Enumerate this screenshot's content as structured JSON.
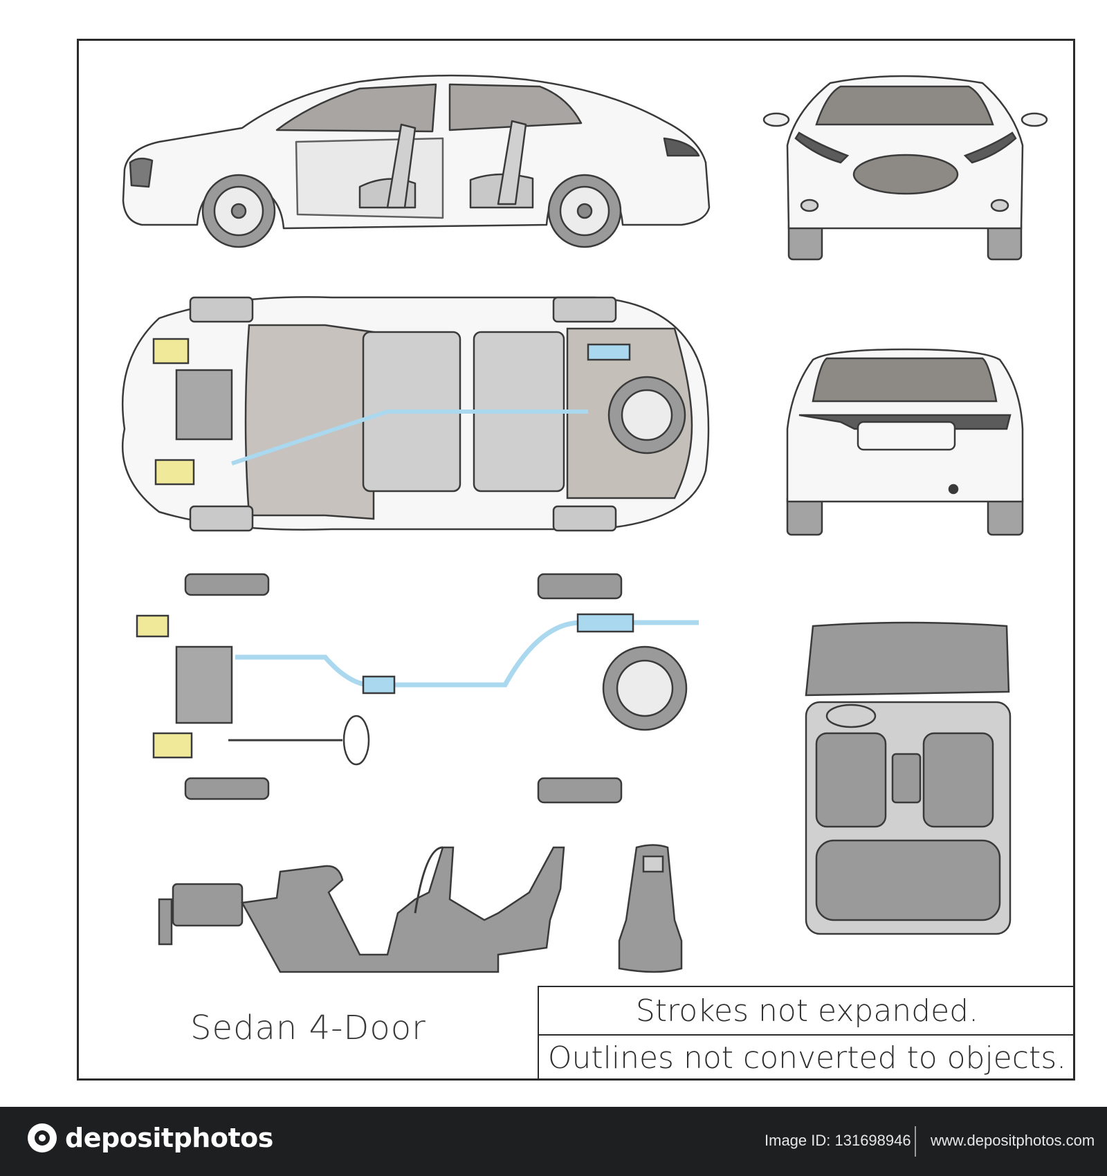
{
  "title": "Sedan 4-Door",
  "notes": {
    "line1": "Strokes not expanded.",
    "line2": "Outlines not converted to objects."
  },
  "footer": {
    "brand": "depositphotos",
    "image_id": "Image ID: 131698946",
    "site": "www.depositphotos.com"
  },
  "colors": {
    "outline": "#3a3a3a",
    "glass": "#8d8a86",
    "seat": "#9a9a9a",
    "wheel": "#7a7a7a",
    "exhaust_blue": "#a9d8ef",
    "engine_yellow": "#f1e99a",
    "footer_bg": "#1d1f20"
  }
}
